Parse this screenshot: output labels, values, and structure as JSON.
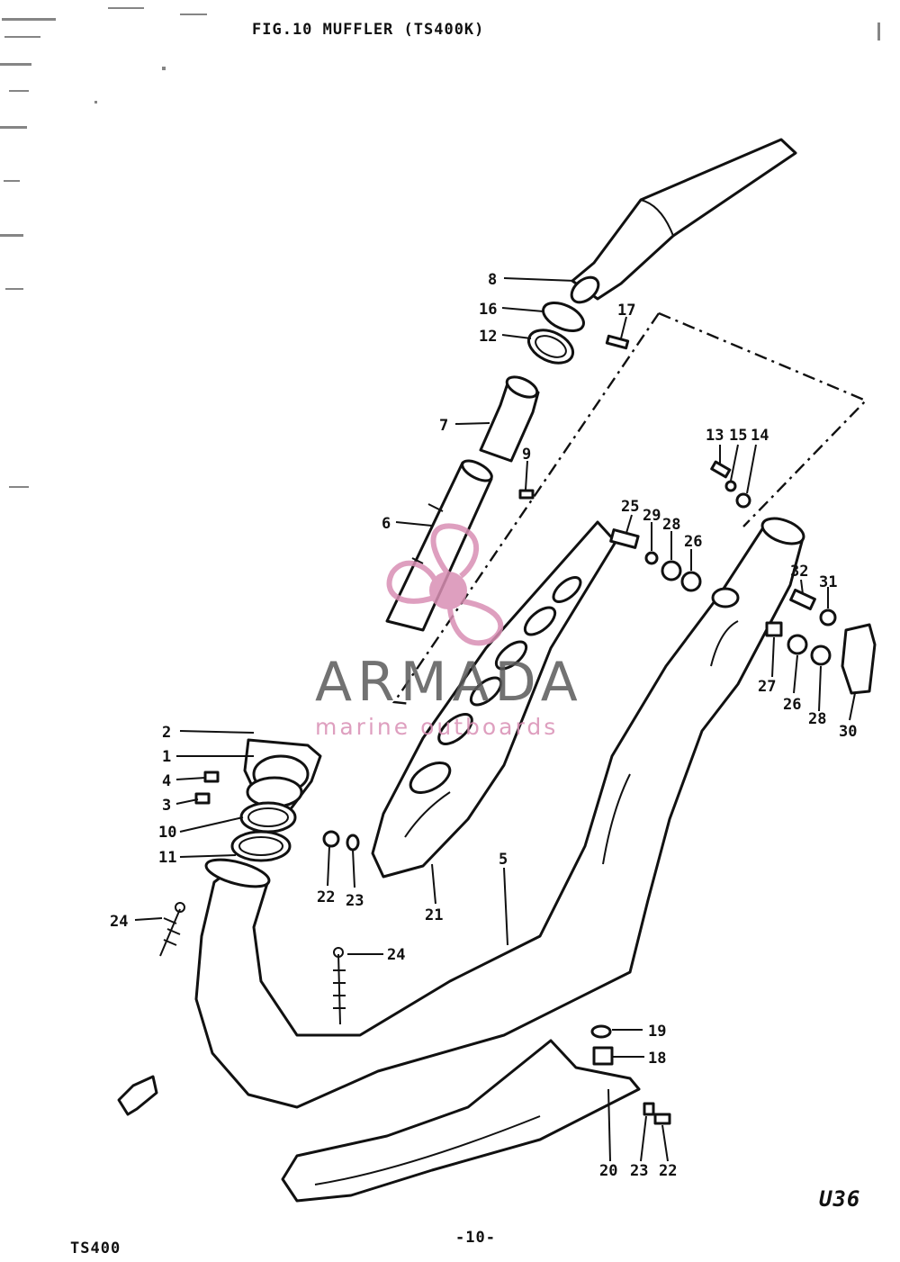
{
  "header": {
    "figure_title": "FIG.10  MUFFLER (TS400K)"
  },
  "footer": {
    "model": "TS400",
    "page_number": "-10-",
    "diagram_code": "U36"
  },
  "watermark": {
    "brand": "ARMADA",
    "tagline": "marine outboards",
    "accent_color": "#d98fb4",
    "text_color": "#5a5a5a",
    "icon": "propeller-icon"
  },
  "callouts": {
    "c1": "1",
    "c2": "2",
    "c3": "3",
    "c4": "4",
    "c5": "5",
    "c6": "6",
    "c7": "7",
    "c8": "8",
    "c9": "9",
    "c10": "10",
    "c11": "11",
    "c12": "12",
    "c13": "13",
    "c14": "14",
    "c15": "15",
    "c16": "16",
    "c17": "17",
    "c18": "18",
    "c19": "19",
    "c20": "20",
    "c21": "21",
    "c22": "22",
    "c23": "23",
    "c24": "24",
    "c25": "25",
    "c26": "26",
    "c27": "27",
    "c28": "28",
    "c29": "29",
    "c30": "30",
    "c31": "31",
    "c32": "32"
  }
}
